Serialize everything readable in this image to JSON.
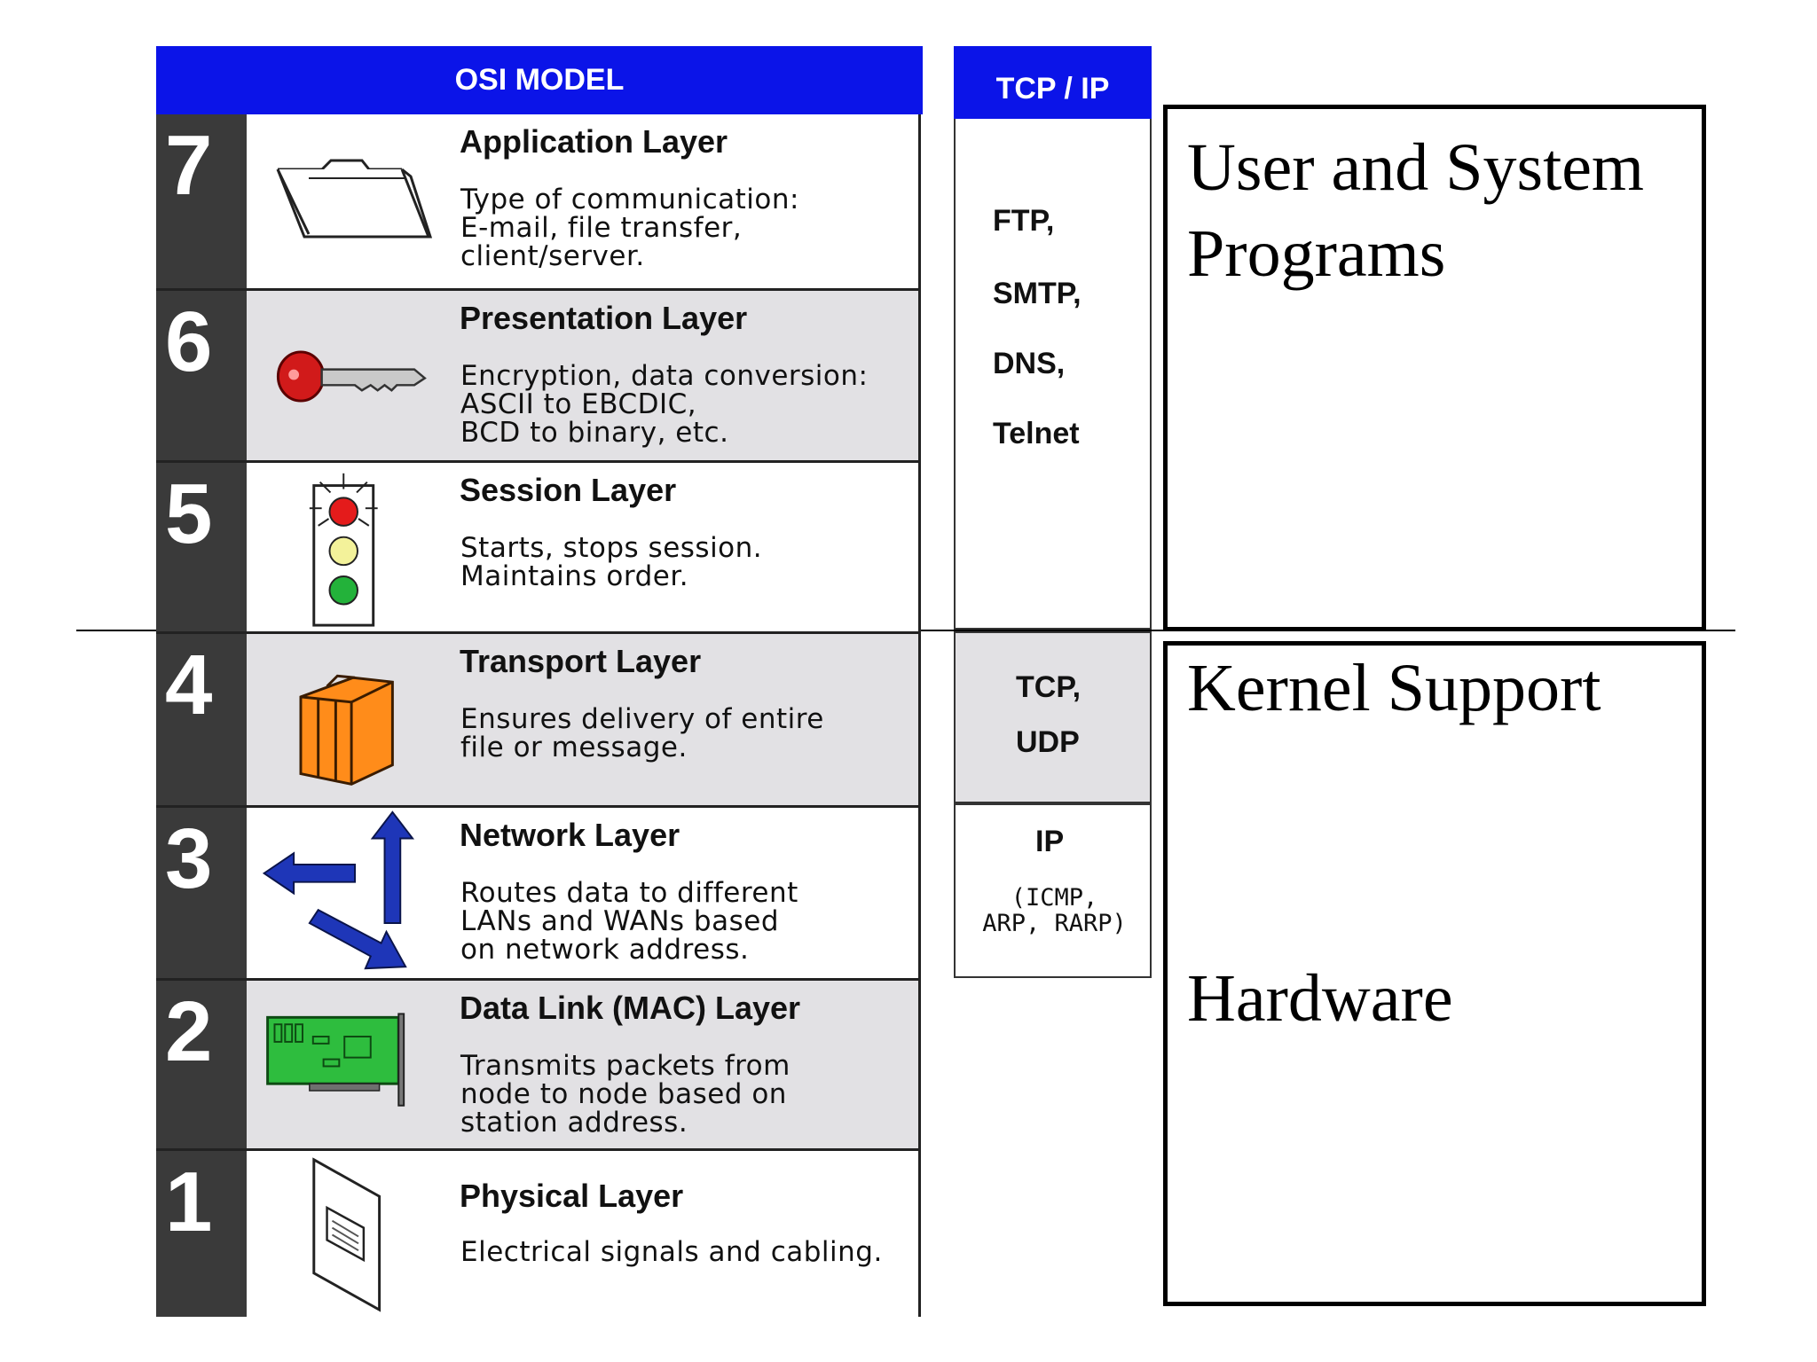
{
  "osi": {
    "header": "OSI MODEL",
    "layers": [
      {
        "number": "7",
        "title": "Application Layer",
        "description": "Type of communication:\nE-mail, file transfer,\nclient/server.",
        "icon": "folder-icon"
      },
      {
        "number": "6",
        "title": "Presentation Layer",
        "description": "Encryption, data conversion:\nASCII to EBCDIC,\nBCD to binary, etc.",
        "icon": "key-icon"
      },
      {
        "number": "5",
        "title": "Session Layer",
        "description": "Starts, stops session.\nMaintains order.",
        "icon": "traffic-light-icon"
      },
      {
        "number": "4",
        "title": "Transport Layer",
        "description": "Ensures delivery of entire\nfile or message.",
        "icon": "suitcase-icon"
      },
      {
        "number": "3",
        "title": "Network Layer",
        "description": "Routes data to different\nLANs and WANs based\non network address.",
        "icon": "arrows-icon"
      },
      {
        "number": "2",
        "title": "Data Link (MAC) Layer",
        "description": "Transmits packets from\nnode to node based on\nstation address.",
        "icon": "network-card-icon"
      },
      {
        "number": "1",
        "title": "Physical Layer",
        "description": "Electrical signals and cabling.",
        "icon": "cable-jack-icon"
      }
    ],
    "colors": {
      "header_bg": "#0b14e8",
      "number_bg": "#3a3a3a",
      "shaded_row": "#e2e1e4"
    }
  },
  "tcp_ip": {
    "header": "TCP / IP",
    "application": [
      "FTP,",
      "SMTP,",
      "DNS,",
      "Telnet"
    ],
    "transport": [
      "TCP,",
      "UDP"
    ],
    "network_main": "IP",
    "network_sub": "(ICMP,\nARP, RARP)"
  },
  "right_boxes": {
    "top": "User and System\nPrograms",
    "kernel": "Kernel Support",
    "hardware": "Hardware"
  }
}
